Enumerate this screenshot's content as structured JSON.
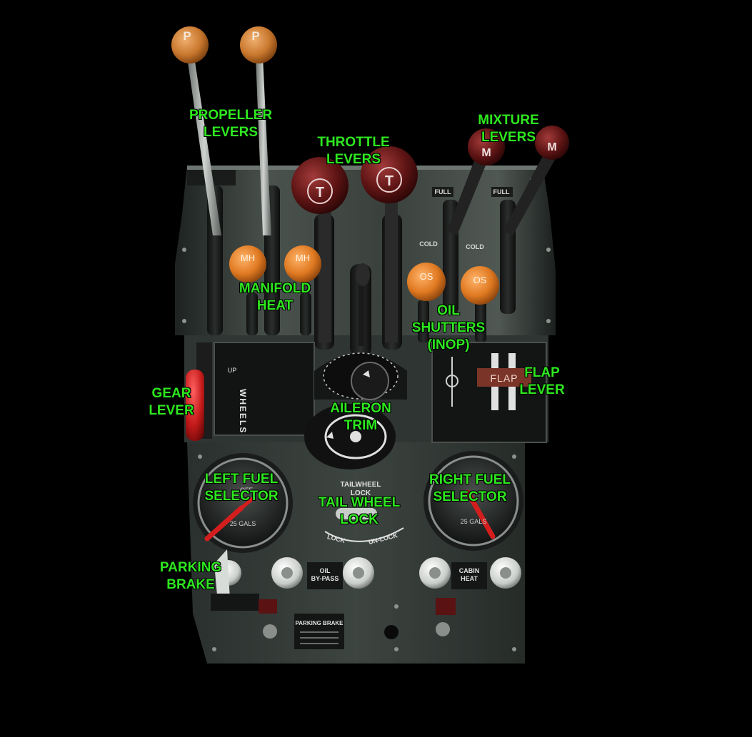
{
  "labels": {
    "propeller": [
      "PROPELLER",
      "LEVERS"
    ],
    "throttle": [
      "THROTTLE",
      "LEVERS"
    ],
    "mixture": [
      "MIXTURE",
      "LEVERS"
    ],
    "manifold": [
      "MANIFOLD",
      "HEAT"
    ],
    "oil_shutters": [
      "OIL",
      "SHUTTERS",
      "(INOP)"
    ],
    "gear": [
      "GEAR",
      "LEVER"
    ],
    "flap": [
      "FLAP",
      "LEVER"
    ],
    "aileron": [
      "AILERON",
      "TRIM"
    ],
    "left_fuel": [
      "LEFT FUEL",
      "SELECTOR"
    ],
    "right_fuel": [
      "RIGHT FUEL",
      "SELECTOR"
    ],
    "tail_wheel": [
      "TAIL WHEEL",
      "LOCK"
    ],
    "parking": [
      "PARKING",
      "BRAKE"
    ]
  },
  "knobs": {
    "propeller": "P",
    "throttle": "T",
    "mixture": "M",
    "manifold": "MH",
    "oil_shutters": "OS"
  },
  "plates": {
    "flap": "FLAP",
    "wheels": "WHEELS",
    "up": "UP",
    "cold": "COLD",
    "full": "FULL",
    "tailwheel": "TAILWHEEL",
    "lock_top": "LOCK",
    "lock": "LOCK",
    "unlock": "UN-LOCK",
    "oil_bypass": [
      "OIL",
      "BY-PASS"
    ],
    "cabin_heat": [
      "CABIN",
      "HEAT"
    ],
    "parking_brake": "PARKING BRAKE",
    "gals": "25 GALS",
    "off": "OFF"
  },
  "colors": {
    "label_green": "#2ee81f",
    "panel": "#3a413d",
    "orange_knob": "#e07a22",
    "maroon_knob": "#5e1414",
    "gear_red": "#c41a1a"
  }
}
